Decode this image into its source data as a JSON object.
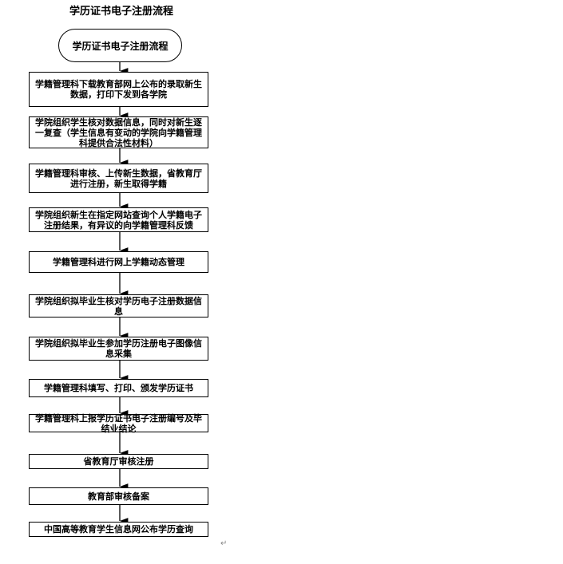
{
  "title": "学历证书电子注册流程",
  "start": "学历证书电子注册流程",
  "steps": [
    "学籍管理科下载教育部网上公布的录取新生数据，打印下发到各学院",
    "学院组织学生核对数据信息，同时对新生逐一复查（学生信息有变动的学院向学籍管理科提供合法性材料）",
    "学籍管理科审核、上传新生数据，省教育厅进行注册，新生取得学籍",
    "学院组织新生在指定网站查询个人学籍电子注册结果，有异议的向学籍管理科反馈",
    "学籍管理科进行网上学籍动态管理",
    "学院组织拟毕业生核对学历电子注册数据信息",
    "学院组织拟毕业生参加学历注册电子图像信息采集",
    "学籍管理科填写、打印、颁发学历证书",
    "学籍管理科上报学历证书电子注册编号及毕结业结论",
    "省教育厅审核注册",
    "教育部审核备案",
    "中国高等教育学生信息网公布学历查询"
  ],
  "paragraph_mark": "↵"
}
